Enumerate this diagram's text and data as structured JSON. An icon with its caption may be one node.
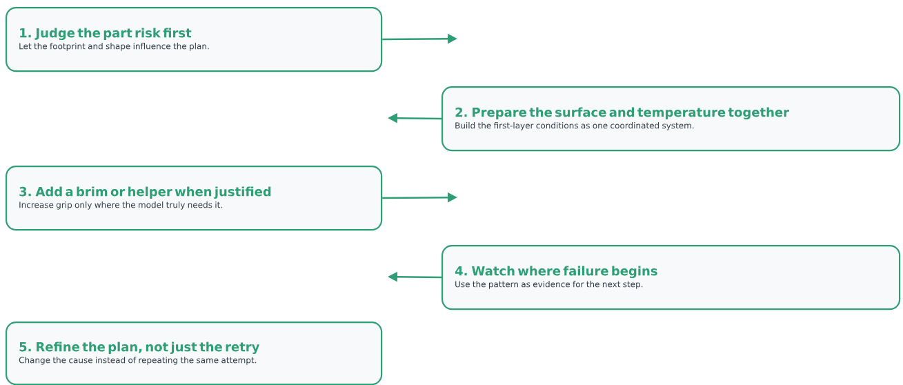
{
  "diagram": {
    "nodes": [
      {
        "text": [
          "1. Judge the part risk first",
          "Let the footprint and shape influence the plan."
        ]
      },
      {
        "text": [
          "2. Prepare the surface and temperature together",
          "Build the first-layer conditions as one coordinated system."
        ]
      },
      {
        "text": [
          "3. Add a brim or helper when justified",
          "Increase grip only where the model truly needs it."
        ]
      },
      {
        "text": [
          "4. Watch where failure begins",
          "Use the pattern as evidence for the next step."
        ]
      },
      {
        "text": [
          "5. Refine the plan, not just the retry",
          "Change the cause instead of repeating the same attempt."
        ]
      }
    ],
    "edges": [
      {
        "from": 0,
        "to": null,
        "arrow": "to"
      },
      {
        "from": 1,
        "to": null,
        "arrow": "to"
      },
      {
        "from": 2,
        "to": null,
        "arrow": "to"
      },
      {
        "from": 3,
        "to": null,
        "arrow": "to"
      }
    ]
  }
}
